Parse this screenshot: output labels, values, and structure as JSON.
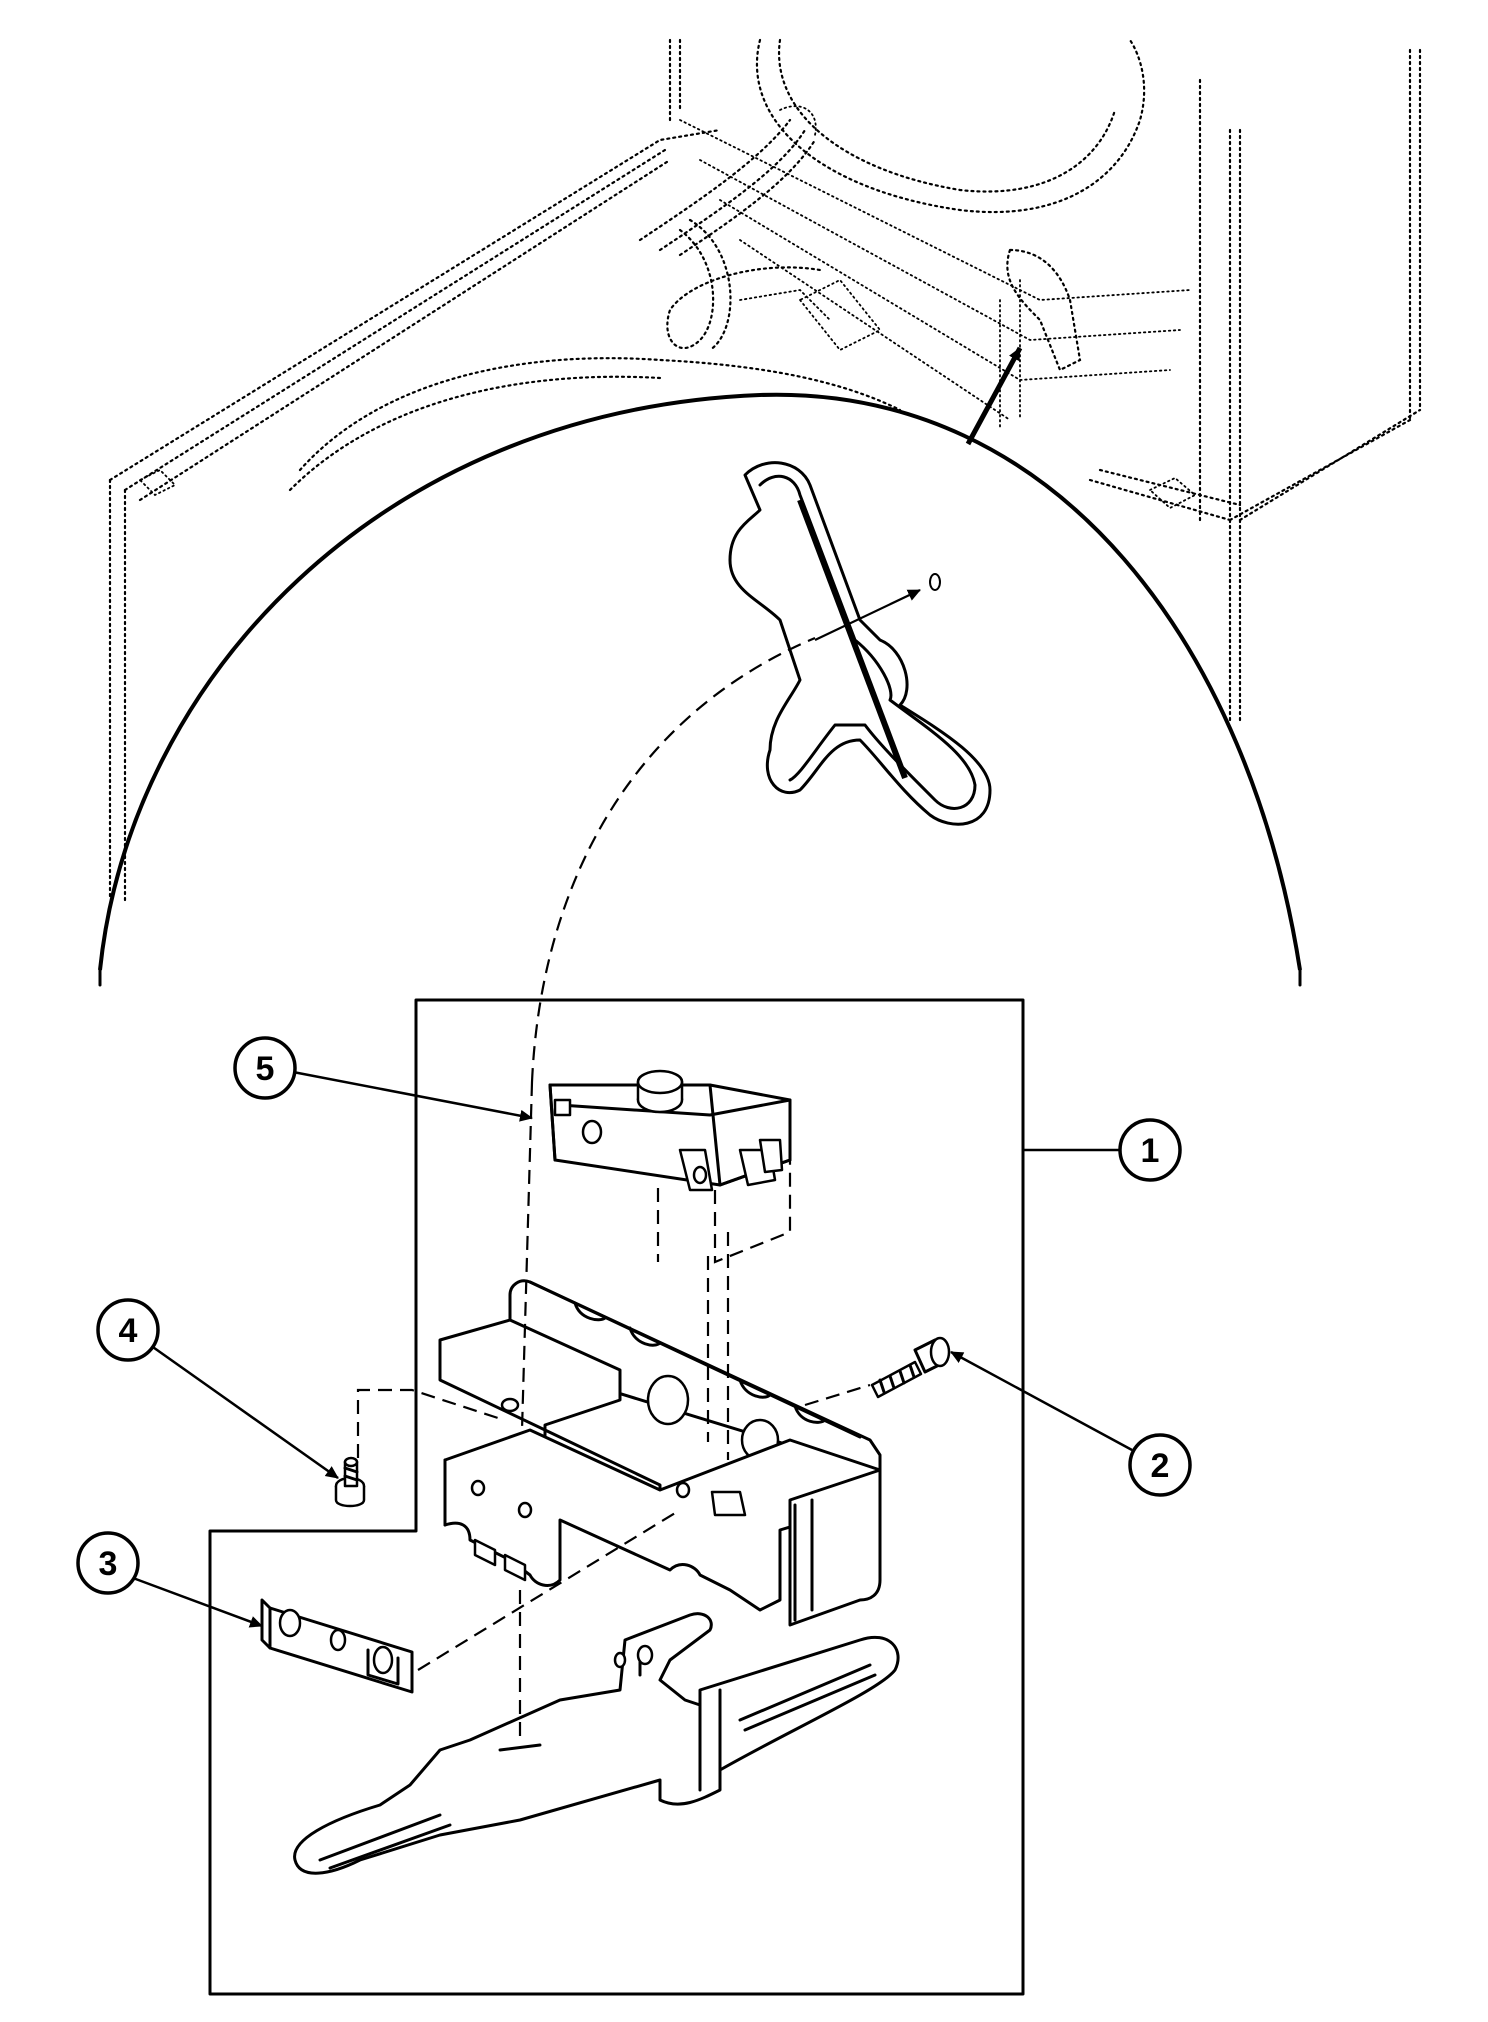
{
  "callouts": [
    {
      "id": "1",
      "label": "1",
      "part": "switch-assembly"
    },
    {
      "id": "2",
      "label": "2",
      "part": "screw"
    },
    {
      "id": "3",
      "label": "3",
      "part": "plate"
    },
    {
      "id": "4",
      "label": "4",
      "part": "screw"
    },
    {
      "id": "5",
      "label": "5",
      "part": "switch"
    }
  ],
  "colors": {
    "line": "#000000",
    "background": "#ffffff"
  }
}
